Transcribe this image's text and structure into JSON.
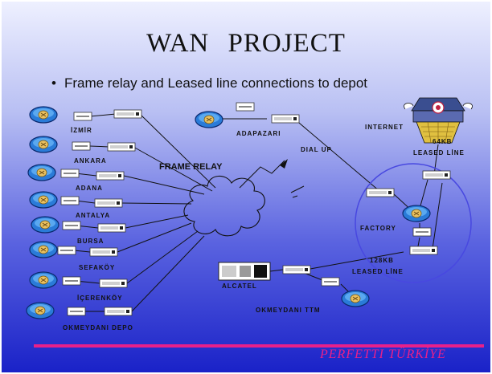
{
  "title": "WAN PROJECT",
  "bullet": "Frame relay and Leased line connections to depot",
  "bullet_marker": "•",
  "labels": {
    "izmir": "İZMİR",
    "ankara": "ANKARA",
    "adana": "ADANA",
    "antalya": "ANTALYA",
    "bursa": "BURSA",
    "sefakoy": "SEFAKÖY",
    "icerenkoy": "İÇERENKÖY",
    "okmeydani_depo": "OKMEYDANI DEPO",
    "adapazari": "ADAPAZARI",
    "dial_up": "DIAL UP",
    "frame_relay": "FRAME RELAY",
    "internet": "INTERNET",
    "leased_64_a": "64KB",
    "leased_64_b": "LEASED LİNE",
    "factory": "FACTORY",
    "leased_128_a": "128KB",
    "leased_128_b": "LEASED LİNE",
    "alcatel": "ALCATEL",
    "okmeydani_ttm": "OKMEYDANI TTM"
  },
  "footer": "PERFETTI TÜRKİYE",
  "colors": {
    "accent": "#e8208a",
    "circle": "#4848e0",
    "router": "#2a7bd8",
    "router_center": "#e8c060",
    "modem": "#ffffff"
  },
  "icons": {
    "router": "router-icon",
    "modem": "modem-icon",
    "cloud": "cloud-icon",
    "internet": "internet-globe-icon",
    "pbx": "alcatel-switch-icon"
  }
}
